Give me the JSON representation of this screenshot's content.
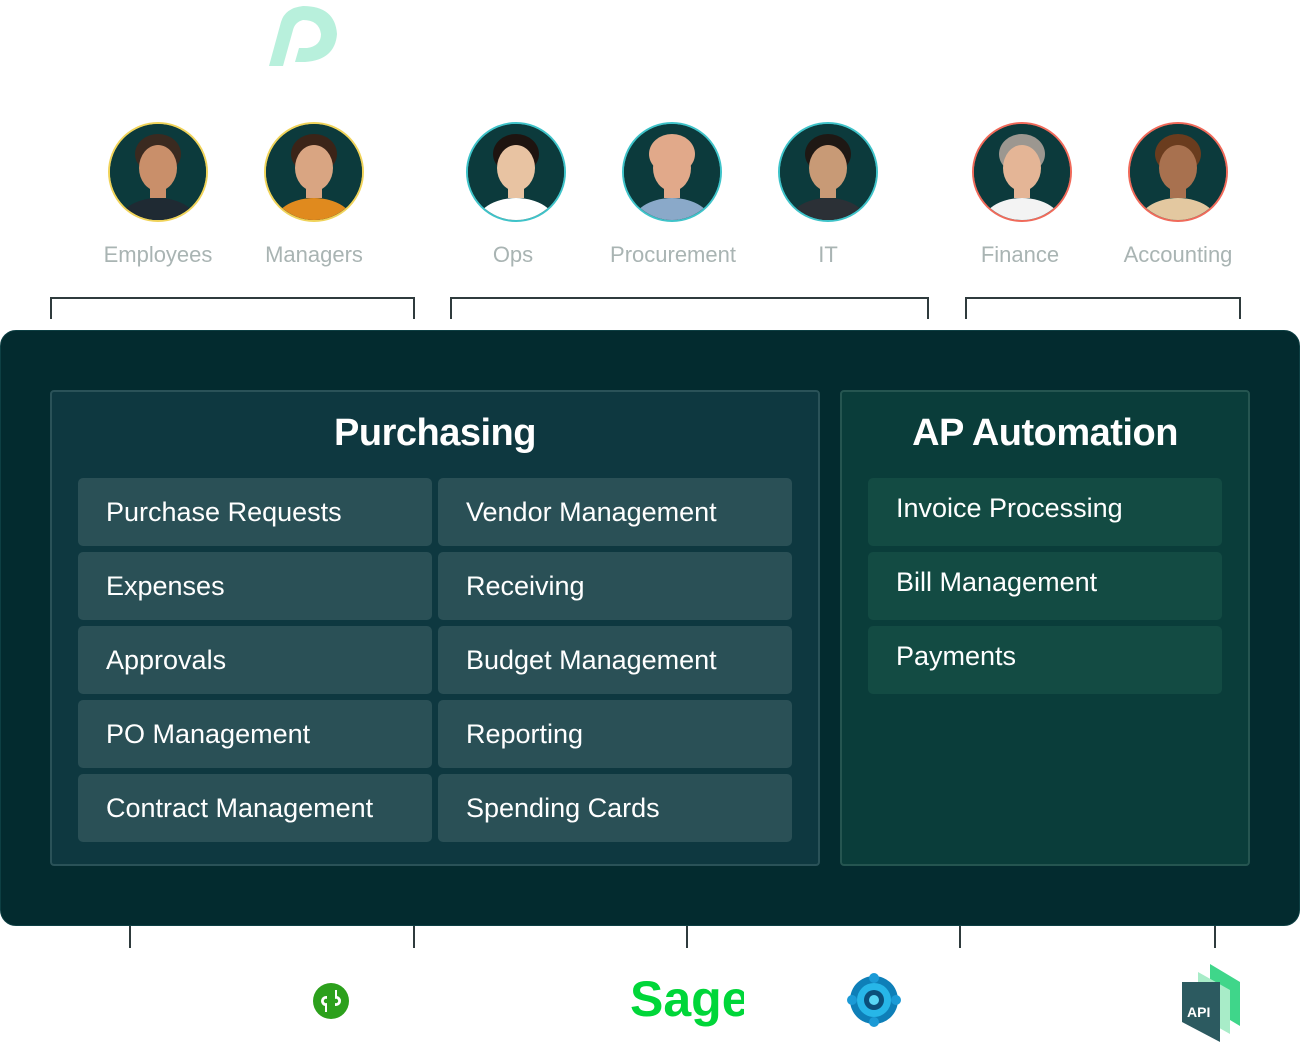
{
  "people": [
    {
      "label": "Employees",
      "ring": "#f0d35a",
      "skin": "#c98f6a",
      "hair": "#3a2a20",
      "shirt": "#1f2a33"
    },
    {
      "label": "Managers",
      "ring": "#f0d35a",
      "skin": "#d9a582",
      "hair": "#3b2418",
      "shirt": "#e08a1e"
    },
    {
      "label": "Ops",
      "ring": "#3fc3c9",
      "skin": "#e8c3a2",
      "hair": "#1e1410",
      "shirt": "#ffffff"
    },
    {
      "label": "Procurement",
      "ring": "#3fc3c9",
      "skin": "#e1a98a",
      "hair": "#e1a98a",
      "shirt": "#8aa9c9"
    },
    {
      "label": "IT",
      "ring": "#3fc3c9",
      "skin": "#c89a76",
      "hair": "#1e1814",
      "shirt": "#2b3036"
    },
    {
      "label": "Finance",
      "ring": "#f06a5a",
      "skin": "#e4b596",
      "hair": "#9c9790",
      "shirt": "#f3f3f3"
    },
    {
      "label": "Accounting",
      "ring": "#f06a5a",
      "skin": "#a8714f",
      "hair": "#6a3c1e",
      "shirt": "#e3c8a0"
    }
  ],
  "purchasing": {
    "title": "Purchasing",
    "items": [
      "Purchase Requests",
      "Vendor Management",
      "Expenses",
      "Receiving",
      "Approvals",
      "Budget Management",
      "PO Management",
      "Reporting",
      "Contract Management",
      "Spending Cards"
    ]
  },
  "ap_automation": {
    "title": "AP Automation",
    "items": [
      "Invoice Processing",
      "Bill Management",
      "Payments"
    ]
  },
  "integrations": {
    "quickbooks_icon": "quickbooks-logo-icon",
    "sage": "Sage",
    "dynamics_icon": "dynamics-365-logo-icon",
    "api": "API"
  },
  "colors": {
    "platform": "#032b2f",
    "purchasing_panel": "#0e3840",
    "ap_panel": "#0a3d3a",
    "tile_purchasing": "#2a5056",
    "tile_ap": "#134b43",
    "brand_mint": "#b8f0dc",
    "sage_green": "#00d639",
    "quickbooks_green": "#2ca01c"
  }
}
